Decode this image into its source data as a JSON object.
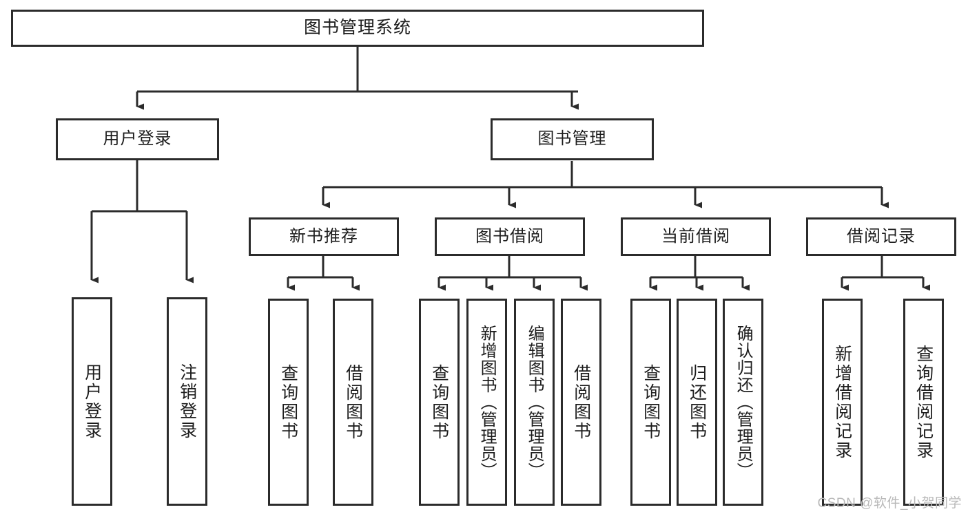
{
  "diagram": {
    "type": "tree-hierarchy",
    "title": "图书管理系统",
    "watermark": "CSDN @软件_小贺同学",
    "colors": {
      "stroke": "#2b2b2b",
      "fill": "#ffffff",
      "text": "#1d1d1d",
      "watermark": "#b9b9b9"
    },
    "nodes": {
      "root": {
        "label": "图书管理系统",
        "level": 1
      },
      "lv2": [
        {
          "id": "user-login",
          "label": "用户登录"
        },
        {
          "id": "book-management",
          "label": "图书管理"
        }
      ],
      "lv3": [
        {
          "id": "new-book-recommend",
          "label": "新书推荐"
        },
        {
          "id": "book-borrow",
          "label": "图书借阅"
        },
        {
          "id": "current-borrow",
          "label": "当前借阅"
        },
        {
          "id": "borrow-record",
          "label": "借阅记录"
        }
      ],
      "leaves": {
        "user-login": [
          {
            "id": "leaf-user-login",
            "label": "用户登录"
          },
          {
            "id": "leaf-user-logout",
            "label": "注销登录"
          }
        ],
        "new-book-recommend": [
          {
            "id": "leaf-query-book-1",
            "label": "查询图书"
          },
          {
            "id": "leaf-borrow-book-1",
            "label": "借阅图书"
          }
        ],
        "book-borrow": [
          {
            "id": "leaf-query-book-2",
            "label": "查询图书"
          },
          {
            "id": "leaf-add-book",
            "label": "新增图书（管理员）"
          },
          {
            "id": "leaf-edit-book",
            "label": "编辑图书（管理员）"
          },
          {
            "id": "leaf-borrow-book-2",
            "label": "借阅图书"
          }
        ],
        "current-borrow": [
          {
            "id": "leaf-query-book-3",
            "label": "查询图书"
          },
          {
            "id": "leaf-return-book",
            "label": "归还图书"
          },
          {
            "id": "leaf-confirm-return",
            "label": "确认归还（管理员）"
          }
        ],
        "borrow-record": [
          {
            "id": "leaf-add-record",
            "label": "新增借阅记录"
          },
          {
            "id": "leaf-query-record",
            "label": "查询借阅记录"
          }
        ]
      }
    }
  }
}
